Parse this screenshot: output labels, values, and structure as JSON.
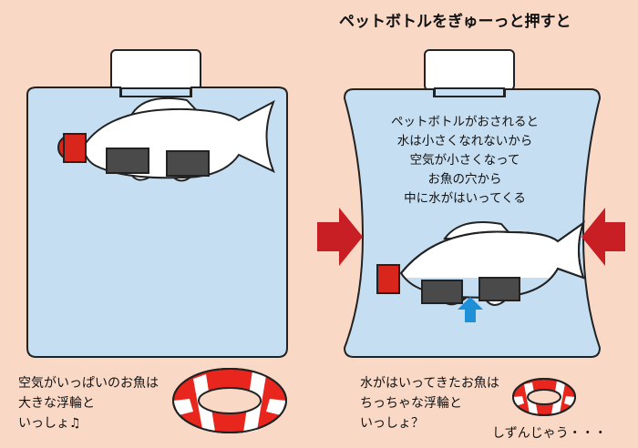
{
  "title": "ペットボトルをぎゅーっと押すと",
  "explanation": [
    "ペットボトルがおされると",
    "水は小さくなれないから",
    "空気が小さくなって",
    "お魚の穴から",
    "中に水がはいってくる"
  ],
  "left_caption": [
    "空気がいっぱいのお魚は",
    "大きな浮輪と",
    "いっしょ♫"
  ],
  "right_caption": [
    "水がはいってきたお魚は",
    "ちっちゃな浮輪と",
    "いっしょ？"
  ],
  "sinking_text": "しずんじゃう・・・",
  "colors": {
    "background": "#f9d9c6",
    "water": "#c6def1",
    "cap": "#d9261c",
    "arrow": "#c81f24",
    "up_arrow": "#1e90d8"
  }
}
